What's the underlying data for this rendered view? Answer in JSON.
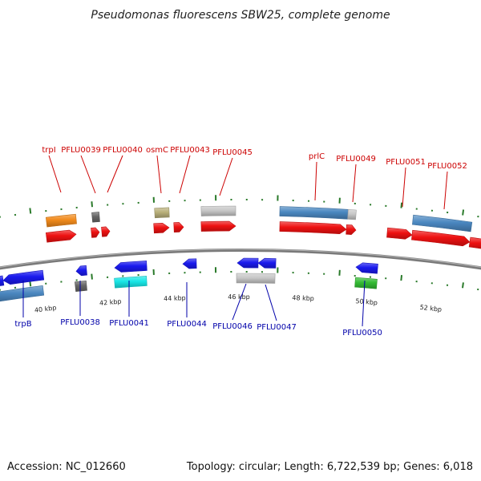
{
  "header": {
    "title": "Pseudomonas fluorescens SBW25, complete genome"
  },
  "footer": {
    "accession": "Accession: NC_012660",
    "summary": "Topology: circular; Length: 6,722,539 bp; Genes: 6,018"
  },
  "colors": {
    "upper_label": "#cc0000",
    "lower_label": "#0000aa",
    "tick": "#2a7a2a",
    "backbone": "#7a7a7a",
    "gene_red": "#ee1111",
    "gene_blue": "#1a1aee",
    "gene_steel": "#4a87c0",
    "gene_orange": "#f18a1c",
    "gene_gray_dark": "#666666",
    "gene_gray_light": "#c7c7c7",
    "gene_olive": "#b9b07a",
    "gene_cyan": "#18e6e6",
    "gene_green": "#33bb33"
  },
  "axis": {
    "tick_labels": [
      "40 kbp",
      "42 kbp",
      "44 kbp",
      "46 kbp",
      "48 kbp",
      "50 kbp",
      "52 kbp"
    ]
  },
  "genes": {
    "upper_labels": [
      "trpI",
      "PFLU0039",
      "PFLU0040",
      "osmC",
      "PFLU0043",
      "PFLU0045",
      "prlC",
      "PFLU0049",
      "PFLU0051",
      "PFLU0052"
    ],
    "lower_labels": [
      "trpB",
      "PFLU0038",
      "PFLU0041",
      "PFLU0044",
      "PFLU0046",
      "PFLU0047",
      "PFLU0050"
    ]
  }
}
